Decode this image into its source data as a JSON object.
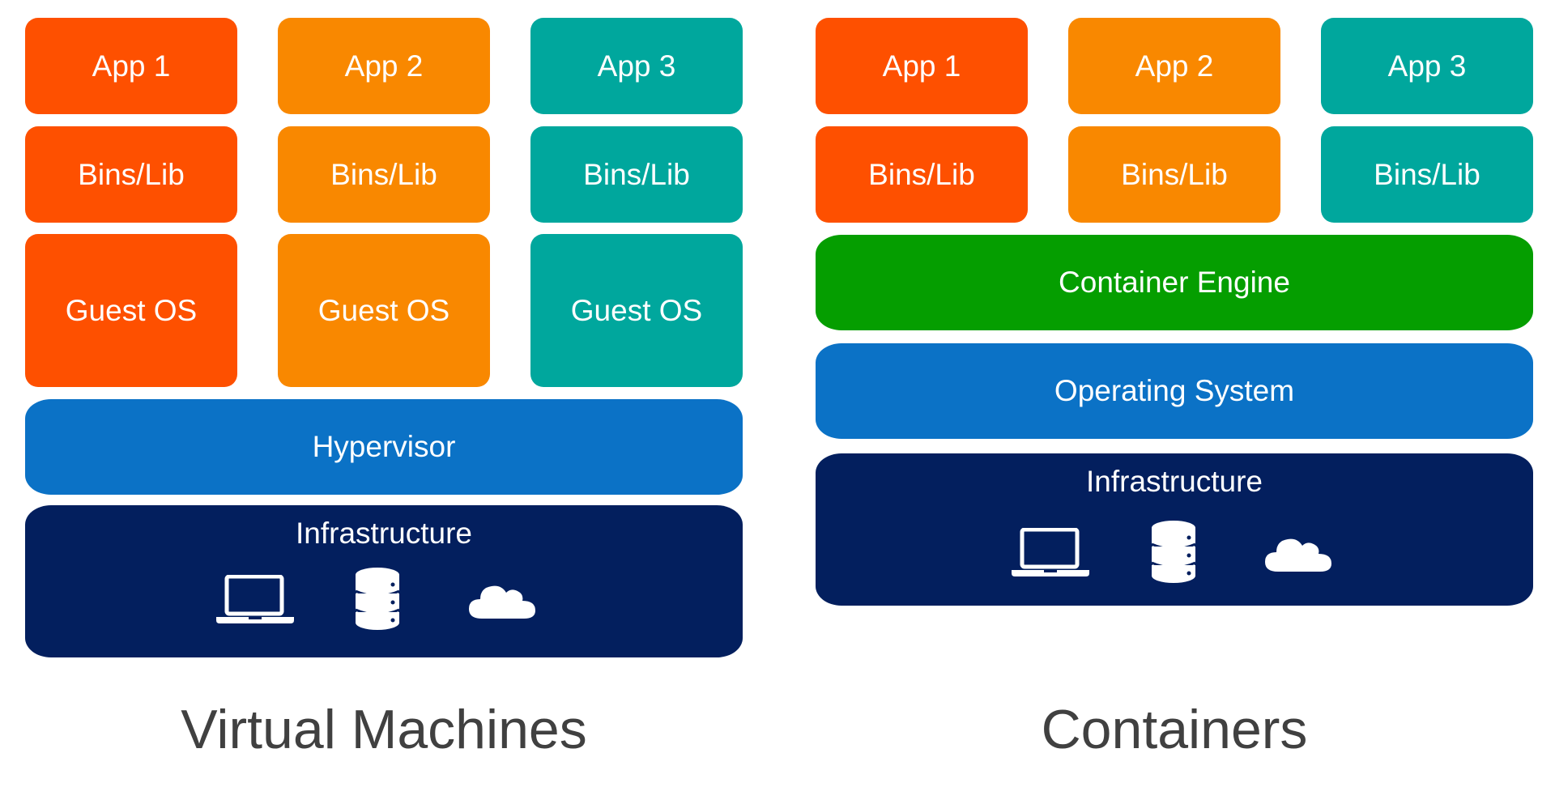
{
  "colors": {
    "app1": "#fe5000",
    "app2": "#f98800",
    "app3": "#00a79d",
    "hypervisor": "#0b72c6",
    "operating_system": "#0b72c6",
    "container_engine": "#059e00",
    "infrastructure": "#031f5e",
    "caption": "#404040"
  },
  "vm": {
    "caption": "Virtual Machines",
    "columns": [
      {
        "app": "App 1",
        "bins": "Bins/Lib",
        "os": "Guest OS"
      },
      {
        "app": "App 2",
        "bins": "Bins/Lib",
        "os": "Guest OS"
      },
      {
        "app": "App 3",
        "bins": "Bins/Lib",
        "os": "Guest OS"
      }
    ],
    "hypervisor": "Hypervisor",
    "infrastructure": {
      "label": "Infrastructure",
      "icons": [
        "laptop-icon",
        "database-icon",
        "cloud-icon"
      ]
    }
  },
  "containers": {
    "caption": "Containers",
    "columns": [
      {
        "app": "App 1",
        "bins": "Bins/Lib"
      },
      {
        "app": "App 2",
        "bins": "Bins/Lib"
      },
      {
        "app": "App 3",
        "bins": "Bins/Lib"
      }
    ],
    "container_engine": "Container Engine",
    "operating_system": "Operating System",
    "infrastructure": {
      "label": "Infrastructure",
      "icons": [
        "laptop-icon",
        "database-icon",
        "cloud-icon"
      ]
    }
  }
}
